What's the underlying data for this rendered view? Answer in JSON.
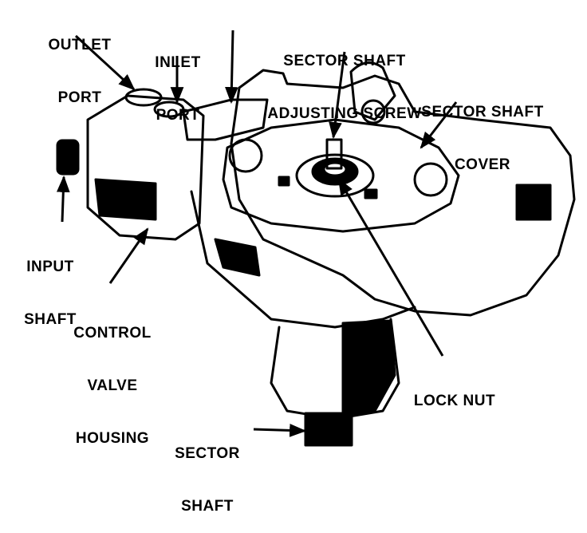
{
  "labels": {
    "outlet_port": [
      "OUTLET",
      "PORT"
    ],
    "inlet_port": [
      "INLET",
      "PORT"
    ],
    "adjusting_screw": [
      "SECTOR SHAFT",
      "ADJUSTING SCREW"
    ],
    "shaft_cover": [
      "SECTOR SHAFT",
      "COVER"
    ],
    "input_shaft": [
      "INPUT",
      "SHAFT"
    ],
    "control_valve_housing": [
      "CONTROL",
      "VALVE",
      "HOUSING"
    ],
    "lock_nut": [
      "LOCK NUT"
    ],
    "sector_shaft": [
      "SECTOR",
      "SHAFT"
    ]
  },
  "colors": {
    "ink": "#000000",
    "paper": "#ffffff"
  }
}
